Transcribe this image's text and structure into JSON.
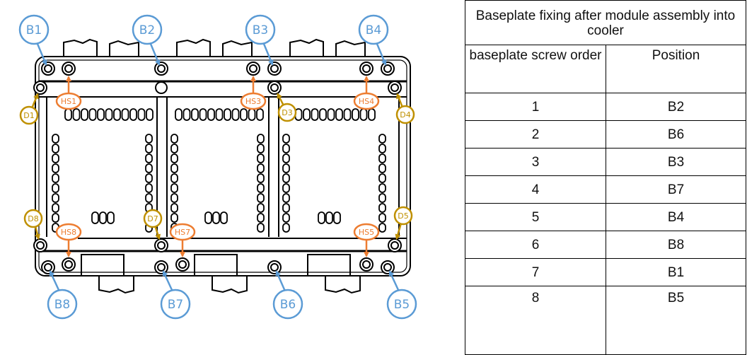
{
  "diagram": {
    "title": "Power module baseplate screw positions",
    "colors": {
      "baseplate_label": "#5b9bd5",
      "heatsink_label": "#ed7d31",
      "driver_label": "#bf9000",
      "outline": "#000000"
    },
    "baseplate_labels": [
      "B1",
      "B2",
      "B3",
      "B4",
      "B5",
      "B6",
      "B7",
      "B8"
    ],
    "heatsink_labels": [
      "HS1",
      "HS3",
      "HS4",
      "HS5",
      "HS7",
      "HS8"
    ],
    "driver_labels": [
      "D1",
      "D3",
      "D4",
      "D5",
      "D7",
      "D8"
    ]
  },
  "table": {
    "title": "Baseplate fixing after module assembly into cooler",
    "headers": [
      "baseplate screw order",
      "Position"
    ],
    "rows": [
      {
        "order": "1",
        "position": "B2"
      },
      {
        "order": "2",
        "position": "B6"
      },
      {
        "order": "3",
        "position": "B3"
      },
      {
        "order": "4",
        "position": "B7"
      },
      {
        "order": "5",
        "position": "B4"
      },
      {
        "order": "6",
        "position": "B8"
      },
      {
        "order": "7",
        "position": "B1"
      },
      {
        "order": "8",
        "position": "B5"
      }
    ]
  }
}
